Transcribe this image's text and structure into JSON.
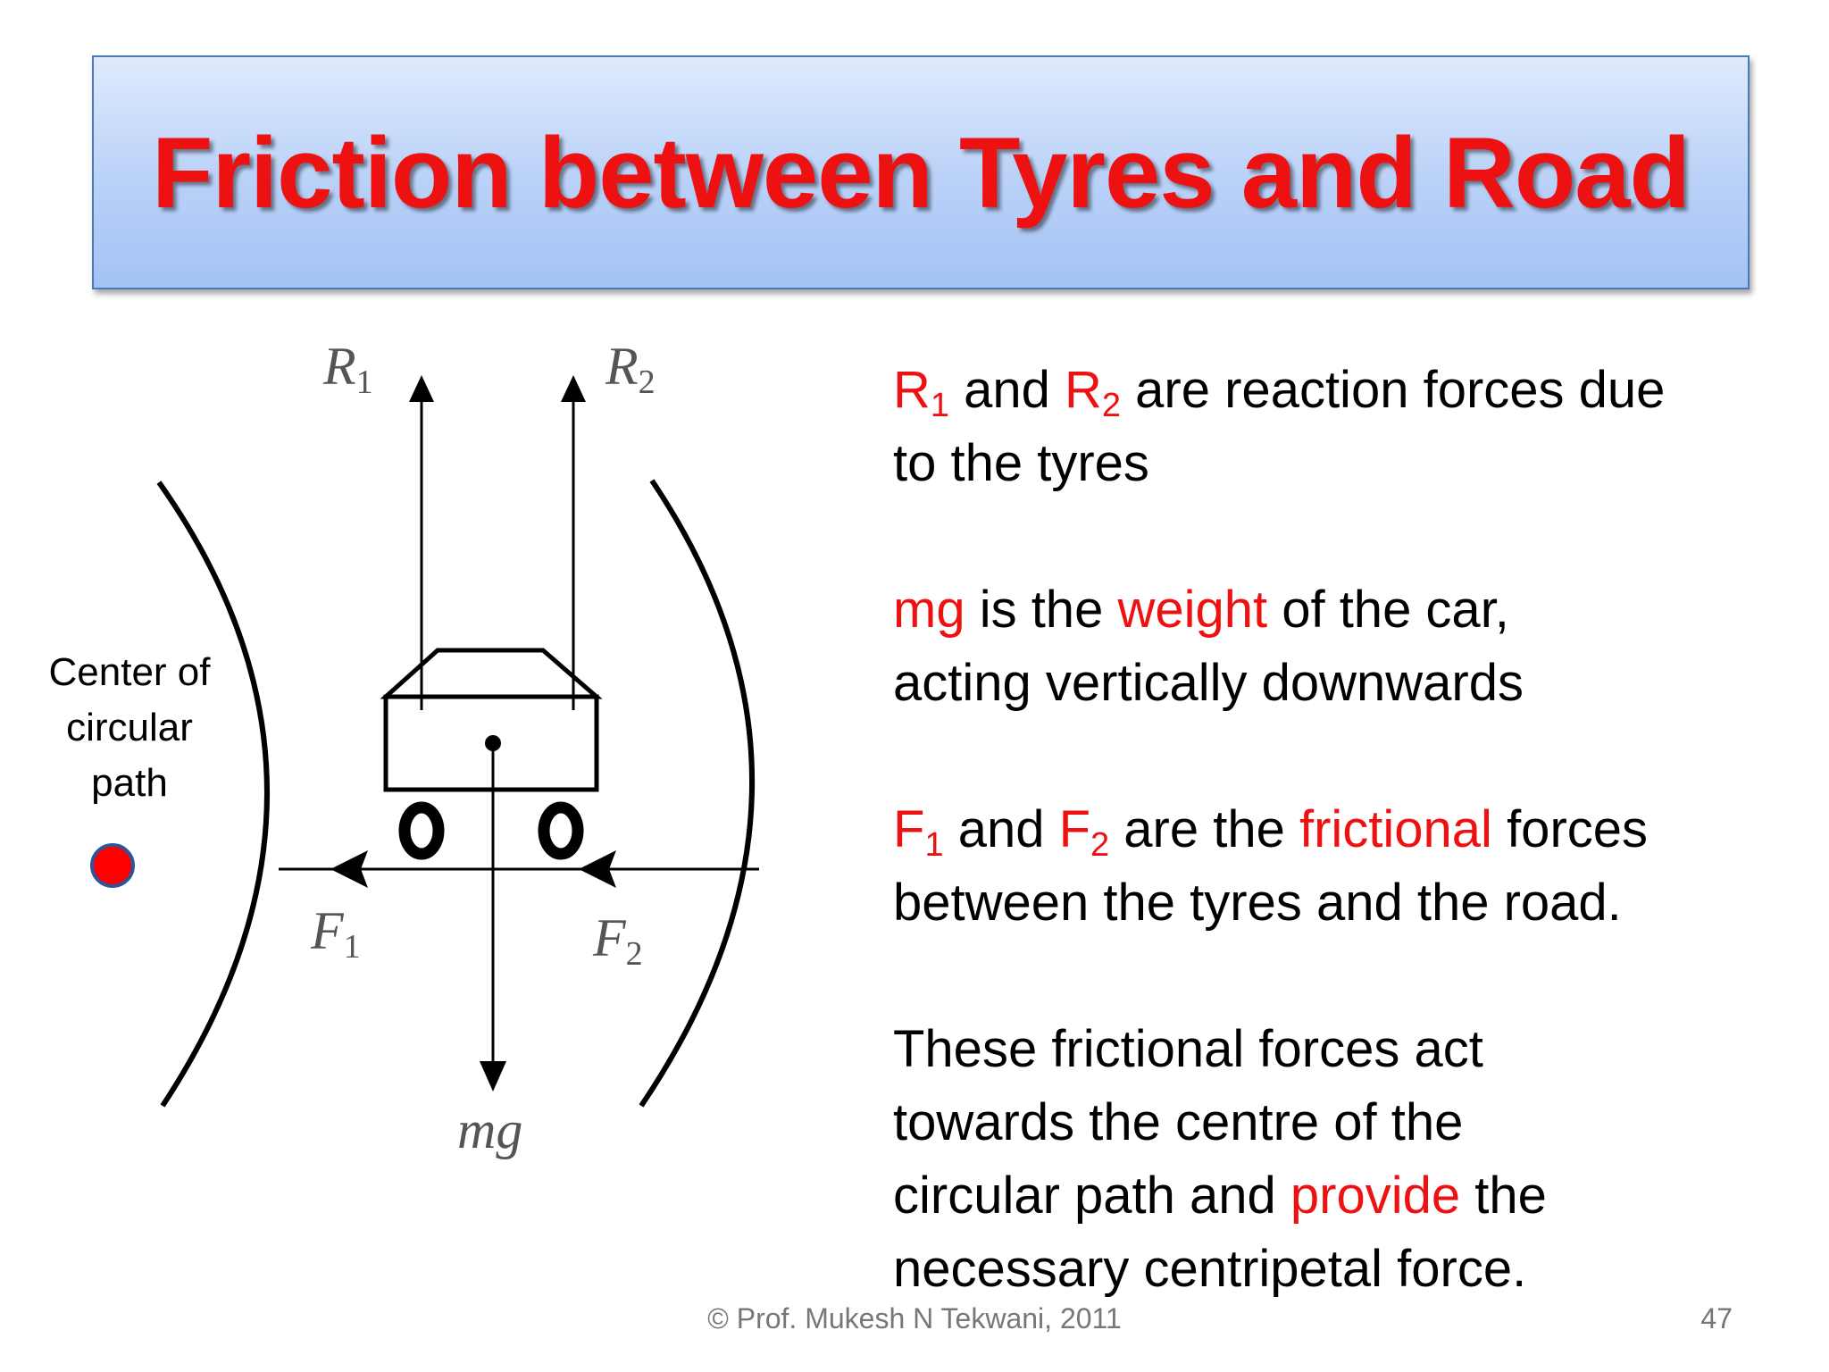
{
  "slide": {
    "title": "Friction between Tyres and Road"
  },
  "diagram": {
    "labels": {
      "r1": {
        "main": "R",
        "sub": "1"
      },
      "r2": {
        "main": "R",
        "sub": "2"
      },
      "f1": {
        "main": "F",
        "sub": "1"
      },
      "f2": {
        "main": "F",
        "sub": "2"
      },
      "mg": "mg"
    },
    "center_label": {
      "line1": "Center of",
      "line2": "circular",
      "line3": "path"
    },
    "colors": {
      "center_dot_fill": "#ff0000",
      "center_dot_border": "#2f5597"
    }
  },
  "text": {
    "p1": {
      "r": "R",
      "sub1": "1",
      "and": " and ",
      "r2": "R",
      "sub2": "2",
      "rest1": " are reaction forces due",
      "rest2": "to the tyres"
    },
    "p2": {
      "mg": "mg",
      "is_the": " is the ",
      "weight": "weight",
      "rest1": " of the car,",
      "rest2": "acting vertically downwards"
    },
    "p3": {
      "f": "F",
      "sub1": "1",
      "and": " and ",
      "f2": "F",
      "sub2": "2",
      "are_the": " are the ",
      "frictional": "frictional",
      "forces": " forces",
      "rest2": "between the tyres and the road."
    },
    "p4": {
      "line1": "These frictional forces act",
      "line2": "towards the centre of the",
      "line3a": "circular path and ",
      "provide": "provide",
      "line3b": " the",
      "line4": "necessary centripetal force."
    }
  },
  "footer": {
    "copyright": "©  Prof. Mukesh N Tekwani, 2011",
    "page_number": "47"
  },
  "colors": {
    "accent_red": "#ee1111",
    "title_border": "#4a78b8",
    "title_bg_top": "#dfeafd",
    "title_bg_bottom": "#a3c2f5"
  }
}
